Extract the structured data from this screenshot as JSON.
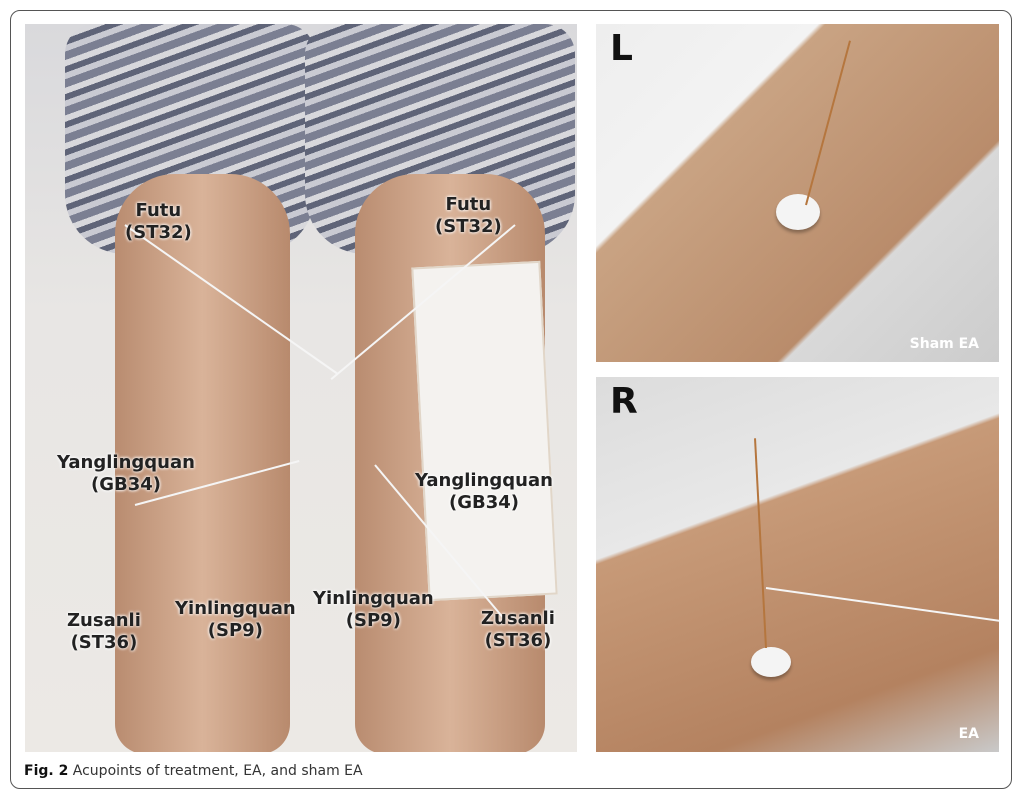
{
  "figure": {
    "caption_label": "Fig. 2",
    "caption_text": "Acupoints of treatment, EA, and sham EA"
  },
  "left_panel": {
    "labels": [
      {
        "name": "Futu",
        "code": "(ST32)"
      },
      {
        "name": "Futu",
        "code": "(ST32)"
      },
      {
        "name": "Yanglingquan",
        "code": "(GB34)"
      },
      {
        "name": "Yanglingquan",
        "code": "(GB34)"
      },
      {
        "name": "Zusanli",
        "code": "(ST36)"
      },
      {
        "name": "Yinlingquan",
        "code": "(SP9)"
      },
      {
        "name": "Yinlingquan",
        "code": "(SP9)"
      },
      {
        "name": "Zusanli",
        "code": "(ST36)"
      }
    ]
  },
  "right_top": {
    "letter": "L",
    "tag": "Sham EA"
  },
  "right_bottom": {
    "letter": "R",
    "tag": "EA"
  }
}
